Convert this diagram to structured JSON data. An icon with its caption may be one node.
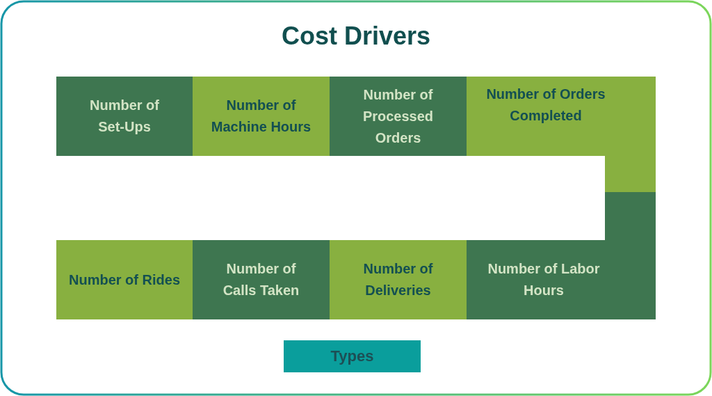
{
  "diagram": {
    "title": "Cost Drivers",
    "nodes": [
      {
        "text": [
          "Number of Set-Ups"
        ]
      },
      {
        "text": [
          "Number of Machine Hours"
        ]
      },
      {
        "text": [
          "Number of Processed Orders"
        ]
      },
      {
        "text": [
          "Number of Orders Completed"
        ]
      },
      {
        "text": [
          "Number of Rides"
        ]
      },
      {
        "text": [
          "Number of Calls Taken"
        ]
      },
      {
        "text": [
          "Number of Deliveries"
        ]
      },
      {
        "text": [
          "Number of Labor Hours"
        ]
      },
      {
        "text": [
          "Types"
        ]
      }
    ]
  }
}
